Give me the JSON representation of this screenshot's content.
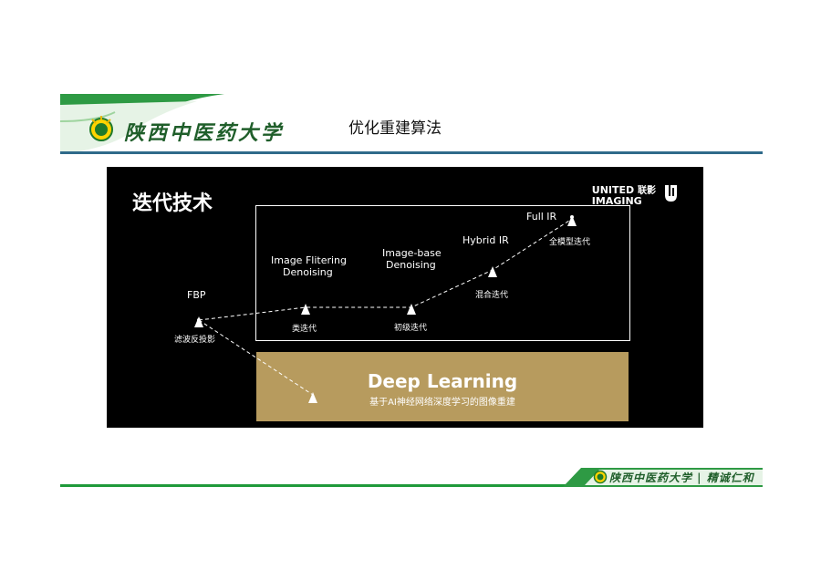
{
  "header": {
    "university_calligraphy": "陕西中医药大学",
    "page_title": "优化重建算法"
  },
  "slide": {
    "heading": "迭代技术",
    "brand": {
      "line1_en": "UNITED",
      "line1_cn": "联影",
      "line2_en": "IMAGING"
    },
    "stages": {
      "fbp": {
        "title": "FBP",
        "cn": "滤波反投影"
      },
      "image_filtering": {
        "title_line1": "Image Flitering",
        "title_line2": "Denoising",
        "cn": "类迭代"
      },
      "image_base": {
        "title_line1": "Image-base",
        "title_line2": "Denoising",
        "cn": "初级迭代"
      },
      "hybrid": {
        "title": "Hybrid IR",
        "cn": "混合迭代"
      },
      "full": {
        "title": "Full IR",
        "cn": "全模型迭代"
      }
    },
    "deep_learning": {
      "title": "Deep Learning",
      "subtitle": "基于AI神经网络深度学习的图像重建"
    }
  },
  "footer": {
    "calligraphy": "陕西中医药大学 | 精诚仁和"
  },
  "colors": {
    "header_green": "#2e9a44",
    "divider_blue": "#2f6a8a",
    "footer_green": "#1f9a3a",
    "deep_learning_gold": "#b79b5e",
    "slide_bg": "#000000"
  }
}
